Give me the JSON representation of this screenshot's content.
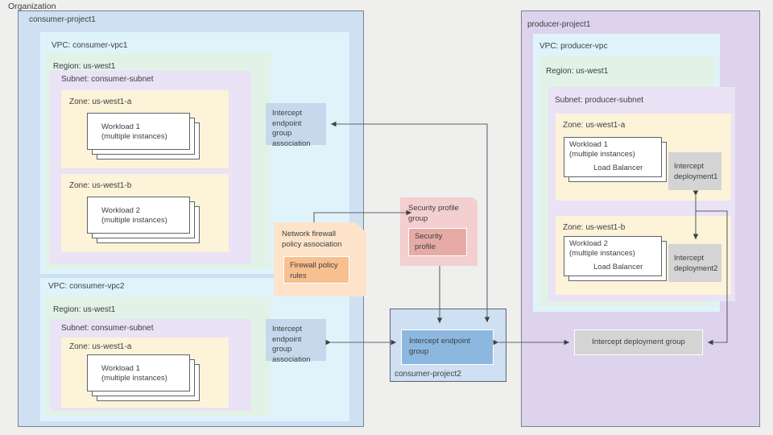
{
  "diagram": {
    "org_label": "Organization",
    "consumer_project1": {
      "label": "consumer-project1",
      "vpc1": {
        "label": "VPC: consumer-vpc1",
        "region": {
          "label": "Region: us-west1",
          "subnet": {
            "label": "Subnet: consumer-subnet",
            "zones": [
              {
                "label": "Zone: us-west1-a",
                "workload_line1": "Workload 1",
                "workload_line2": "(multiple instances)"
              },
              {
                "label": "Zone: us-west1-b",
                "workload_line1": "Workload 2",
                "workload_line2": "(multiple instances)"
              }
            ]
          }
        }
      },
      "vpc2": {
        "label": "VPC: consumer-vpc2",
        "region": {
          "label": "Region: us-west1",
          "subnet": {
            "label": "Subnet: consumer-subnet",
            "zones": [
              {
                "label": "Zone: us-west1-a",
                "workload_line1": "Workload 1",
                "workload_line2": "(multiple instances)"
              }
            ]
          }
        }
      },
      "ieg_assoc_top": "Intercept\nendpoint\ngroup\nassociation",
      "ieg_assoc_bottom": "Intercept\nendpoint\ngroup\nassociation",
      "firewall_assoc": "Network firewall\npolicy association",
      "firewall_rules": "Firewall policy\nrules"
    },
    "consumer_project2": {
      "label": "consumer-project2",
      "intercept_endpoint_group": "Intercept endpoint\ngroup"
    },
    "security": {
      "profile_group": "Security profile\ngroup",
      "profile": "Security\nprofile"
    },
    "producer_project1": {
      "label": "producer-project1",
      "vpc": {
        "label": "VPC: producer-vpc",
        "region": {
          "label": "Region: us-west1",
          "subnet": {
            "label": "Subnet: producer-subnet",
            "zones": [
              {
                "label": "Zone: us-west1-a",
                "workload_line1": "Workload 1",
                "workload_line2": "(multiple instances)",
                "workload_line3": "Load Balancer",
                "deployment": "Intercept\ndeployment1"
              },
              {
                "label": "Zone: us-west1-b",
                "workload_line1": "Workload 2",
                "workload_line2": "(multiple instances)",
                "workload_line3": "Load Balancer",
                "deployment": "Intercept\ndeployment2"
              }
            ]
          }
        }
      },
      "deployment_group": "Intercept deployment group"
    },
    "colors": {
      "canvas": "#efefed",
      "consumer_project": "#cfe0f3",
      "producer_project": "#ddd3ec",
      "vpc": "#dff3fb",
      "region": "#e2f2e6",
      "subnet": "#eae2f5",
      "zone": "#fdf3d9",
      "security_profile_group": "#f4cfd0",
      "security_profile": "#e5aba4",
      "firewall_assoc": "#fce3ca",
      "firewall_rules": "#f8c08f",
      "intercept_endpoint_group": "#8cb8e0",
      "intercept_endpoint_group_assoc": "#c6d9ec",
      "intercept_deployment": "#d4d4d4",
      "stroke": "#5f6368"
    }
  }
}
